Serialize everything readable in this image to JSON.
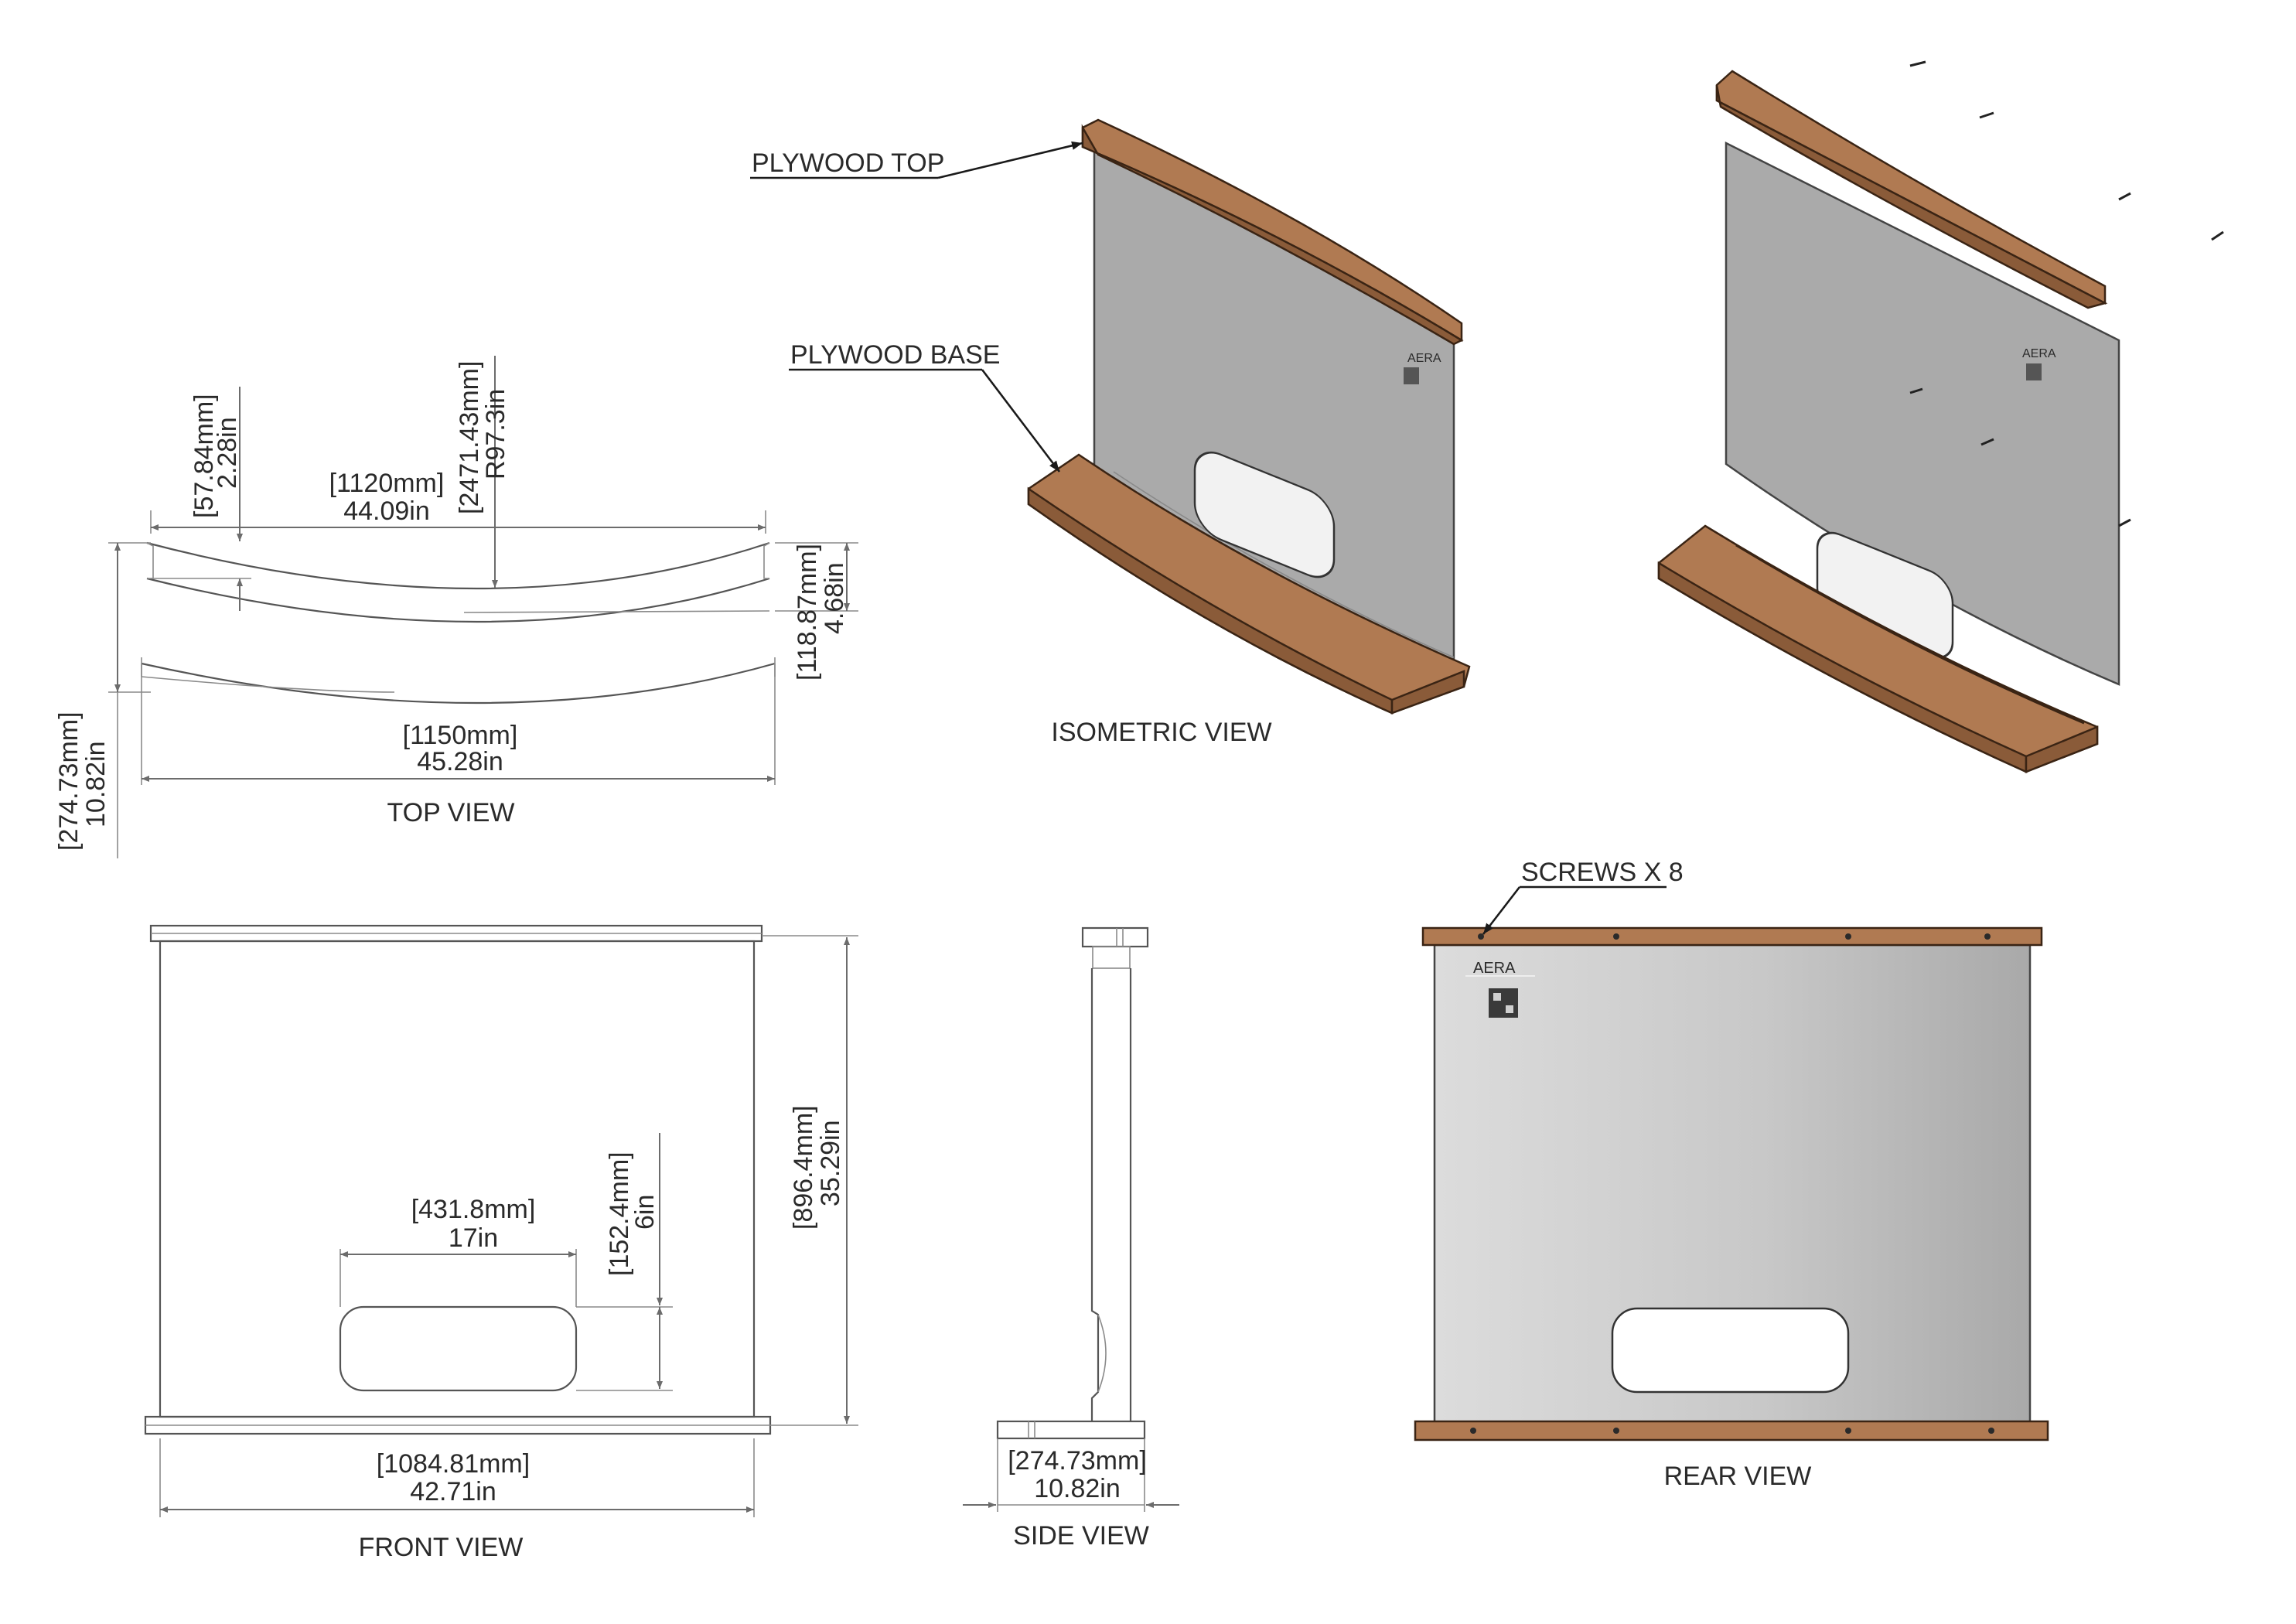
{
  "views": {
    "top": "TOP VIEW",
    "isometric": "ISOMETRIC VIEW",
    "front": "FRONT VIEW",
    "side": "SIDE VIEW",
    "rear": "REAR VIEW"
  },
  "callouts": {
    "plywood_top": "PLYWOOD TOP",
    "plywood_base": "PLYWOOD BASE",
    "screws": "SCREWS X 8"
  },
  "top_view": {
    "depth_small_mm": "[57.84mm]",
    "depth_small_in": "2.28in",
    "width_top_mm": "[1120mm]",
    "width_top_in": "44.09in",
    "radius_mm": "[2471.43mm]",
    "radius_in": "R97.3in",
    "base_depth_mm": "[118.87mm]",
    "base_depth_in": "4.68in",
    "width_base_mm": "[1150mm]",
    "width_base_in": "45.28in",
    "overall_depth_mm": "[274.73mm]",
    "overall_depth_in": "10.82in"
  },
  "front_view": {
    "height_mm": "[896.4mm]",
    "height_in": "35.29in",
    "cutout_w_mm": "[431.8mm]",
    "cutout_w_in": "17in",
    "cutout_h_mm": "[152.4mm]",
    "cutout_h_in": "6in",
    "panel_w_mm": "[1084.81mm]",
    "panel_w_in": "42.71in"
  },
  "side_view": {
    "depth_mm": "[274.73mm]",
    "depth_in": "10.82in"
  },
  "colors": {
    "wood": "#b07a52",
    "acrylic": "#aaaaaa"
  }
}
